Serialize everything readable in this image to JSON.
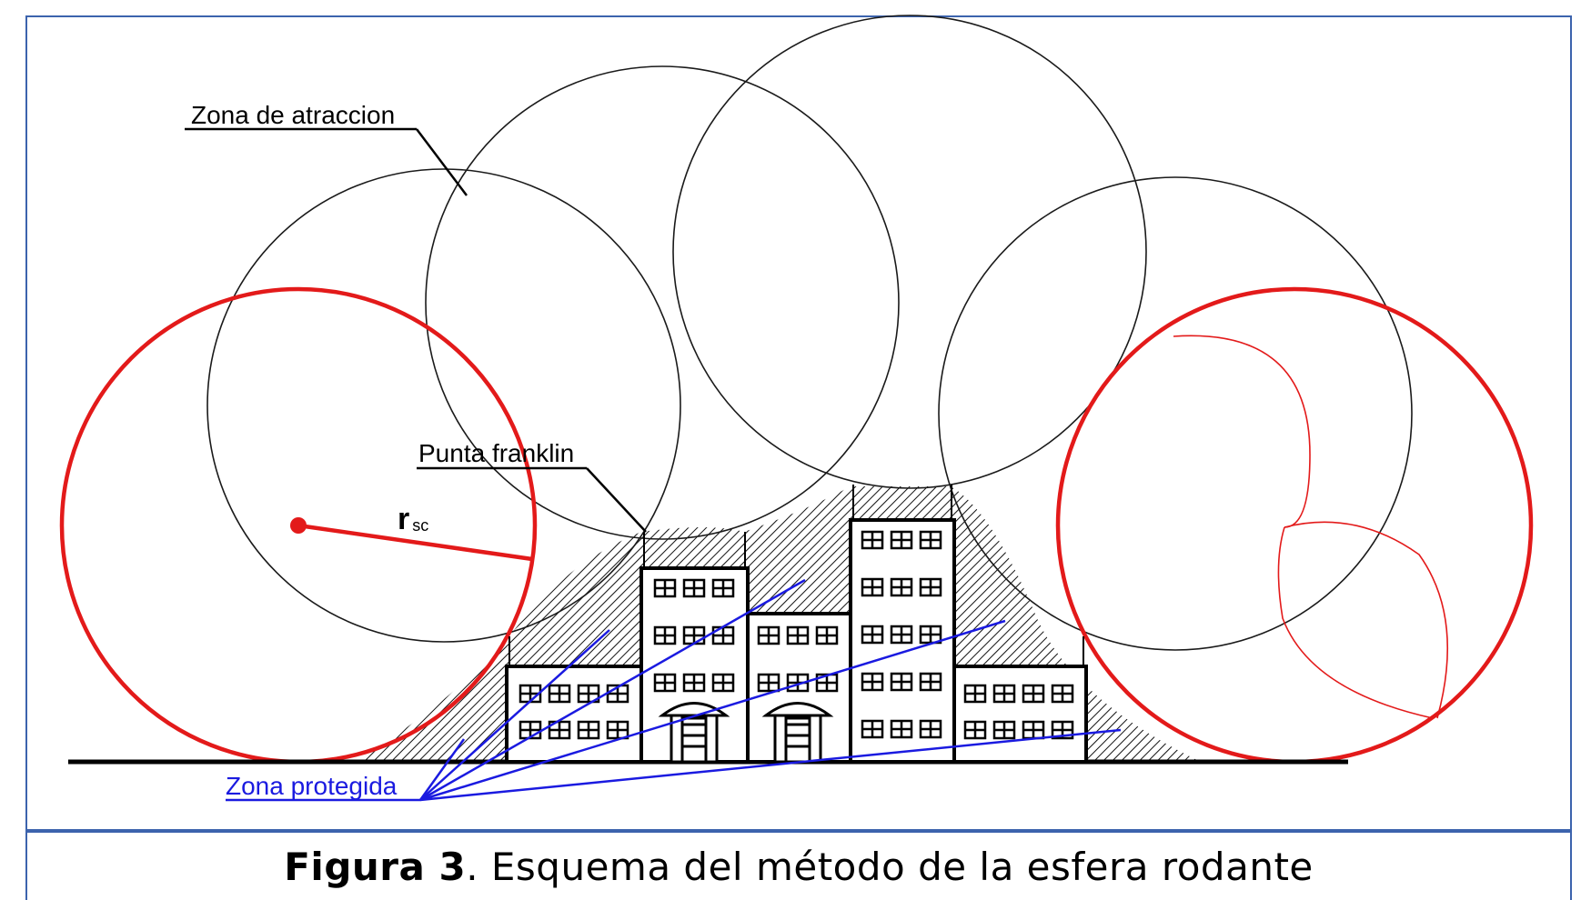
{
  "diagram": {
    "labels": {
      "attraction_zone": "Zona de atraccion",
      "franklin_tip": "Punta franklin",
      "radius_main": "r",
      "radius_sub": "sc",
      "protected_zone": "Zona protegida"
    },
    "colors": {
      "sphere_red": "#e31a1a",
      "sphere_black": "#1a1a1a",
      "protected_blue": "#1a1ae0",
      "frame_blue": "#3c63ad"
    }
  },
  "caption": {
    "bold": "Figura 3",
    "rest": ". Esquema del método de la esfera rodante"
  }
}
